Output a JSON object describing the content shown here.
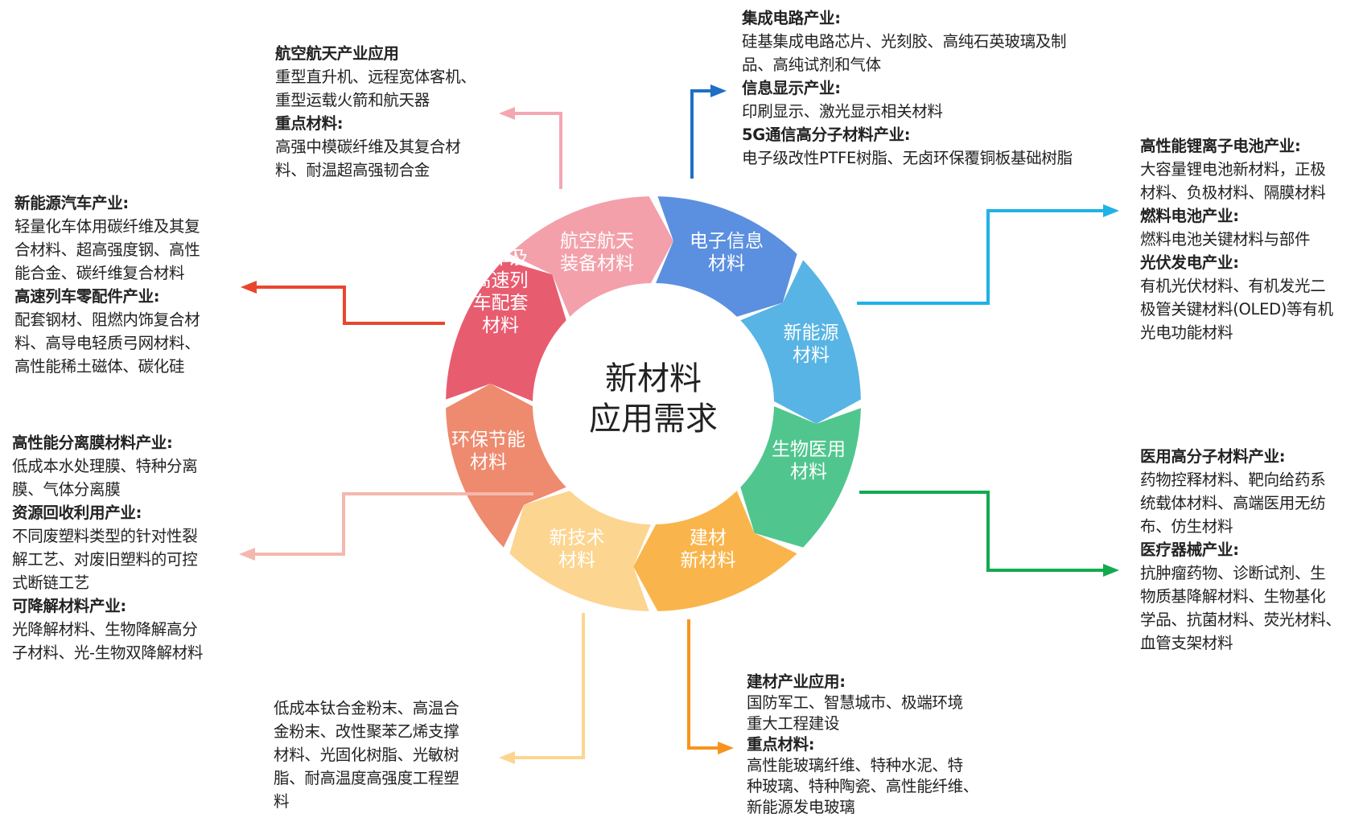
{
  "center": {
    "lines": [
      "新材料",
      "应用需求"
    ]
  },
  "colors": {
    "electronics": "#5b8fe0",
    "new_energy": "#58b4e4",
    "bio_medical": "#50c68e",
    "building": "#f9b54b",
    "new_tech": "#fcd590",
    "eco": "#ee8a6e",
    "auto": "#e85c6f",
    "aero": "#f3a0aa"
  },
  "segments": {
    "electronics": [
      "电子信息",
      "材料"
    ],
    "new_energy": [
      "新能源",
      "材料"
    ],
    "bio_medical": [
      "生物医用",
      "材料"
    ],
    "building": [
      "建材",
      "新材料"
    ],
    "new_tech": [
      "新技术",
      "材料"
    ],
    "eco": [
      "环保节能",
      "材料"
    ],
    "auto": [
      "汽车及",
      "高速列",
      "车配套",
      "材料"
    ],
    "aero": [
      "航空航天",
      "装备材料"
    ]
  },
  "boxes": {
    "electronics": [
      {
        "type": "h",
        "text": "集成电路产业:"
      },
      {
        "type": "t",
        "text": "硅基集成电路芯片、光刻胶、高纯石英玻璃及制"
      },
      {
        "type": "t",
        "text": "品、高纯试剂和气体"
      },
      {
        "type": "h",
        "text": "信息显示产业:"
      },
      {
        "type": "t",
        "text": "印刷显示、激光显示相关材料"
      },
      {
        "type": "h",
        "text": "5G通信高分子材料产业:"
      },
      {
        "type": "t",
        "text": "电子级改性PTFE树脂、无卤环保覆铜板基础树脂"
      }
    ],
    "new_energy": [
      {
        "type": "h",
        "text": "高性能锂离子电池产业:"
      },
      {
        "type": "t",
        "text": "大容量锂电池新材料，正极"
      },
      {
        "type": "t",
        "text": "材料、负极材料、隔膜材料"
      },
      {
        "type": "h",
        "text": "燃料电池产业:"
      },
      {
        "type": "t",
        "text": "燃料电池关键材料与部件"
      },
      {
        "type": "h",
        "text": "光伏发电产业:"
      },
      {
        "type": "t",
        "text": "有机光伏材料、有机发光二"
      },
      {
        "type": "t",
        "text": "极管关键材料(OLED)等有机"
      },
      {
        "type": "t",
        "text": "光电功能材料"
      }
    ],
    "bio_medical": [
      {
        "type": "h",
        "text": "医用高分子材料产业:"
      },
      {
        "type": "t",
        "text": "药物控释材料、靶向给药系"
      },
      {
        "type": "t",
        "text": "统载体材料、高端医用无纺"
      },
      {
        "type": "t",
        "text": "布、仿生材料"
      },
      {
        "type": "h",
        "text": "医疗器械产业:"
      },
      {
        "type": "t",
        "text": "抗肿瘤药物、诊断试剂、生"
      },
      {
        "type": "t",
        "text": "物质基降解材料、生物基化"
      },
      {
        "type": "t",
        "text": "学品、抗菌材料、荧光材料、"
      },
      {
        "type": "t",
        "text": "血管支架材料"
      }
    ],
    "building": [
      {
        "type": "h",
        "text": "建材产业应用:"
      },
      {
        "type": "t",
        "text": "国防军工、智慧城市、极端环境"
      },
      {
        "type": "t",
        "text": "重大工程建设"
      },
      {
        "type": "h",
        "text": "重点材料:"
      },
      {
        "type": "t",
        "text": "高性能玻璃纤维、特种水泥、特"
      },
      {
        "type": "t",
        "text": "种玻璃、特种陶瓷、高性能纤维、"
      },
      {
        "type": "t",
        "text": "新能源发电玻璃"
      }
    ],
    "new_tech": [
      {
        "type": "t",
        "text": "低成本钛合金粉末、高温合"
      },
      {
        "type": "t",
        "text": "金粉末、改性聚苯乙烯支撑"
      },
      {
        "type": "t",
        "text": "材料、光固化树脂、光敏树"
      },
      {
        "type": "t",
        "text": "脂、耐高温度高强度工程塑"
      },
      {
        "type": "t",
        "text": "料"
      }
    ],
    "eco": [
      {
        "type": "h",
        "text": "高性能分离膜材料产业:"
      },
      {
        "type": "t",
        "text": "低成本水处理膜、特种分离"
      },
      {
        "type": "t",
        "text": "膜、气体分离膜"
      },
      {
        "type": "h",
        "text": "资源回收利用产业:"
      },
      {
        "type": "t",
        "text": "不同废塑料类型的针对性裂"
      },
      {
        "type": "t",
        "text": "解工艺、对废旧塑料的可控"
      },
      {
        "type": "t",
        "text": "式断链工艺"
      },
      {
        "type": "h",
        "text": "可降解材料产业:"
      },
      {
        "type": "t",
        "text": "光降解材料、生物降解高分"
      },
      {
        "type": "t",
        "text": "子材料、光-生物双降解材料"
      }
    ],
    "auto": [
      {
        "type": "h",
        "text": "新能源汽车产业:"
      },
      {
        "type": "t",
        "text": "轻量化车体用碳纤维及其复"
      },
      {
        "type": "t",
        "text": "合材料、超高强度钢、高性"
      },
      {
        "type": "t",
        "text": "能合金、碳纤维复合材料"
      },
      {
        "type": "h",
        "text": "高速列车零配件产业:"
      },
      {
        "type": "t",
        "text": "配套钢材、阻燃内饰复合材"
      },
      {
        "type": "t",
        "text": "料、高导电轻质弓网材料、"
      },
      {
        "type": "t",
        "text": "高性能稀土磁体、碳化硅"
      }
    ],
    "aero": [
      {
        "type": "h",
        "text": "航空航天产业应用"
      },
      {
        "type": "t",
        "text": "重型直升机、远程宽体客机、"
      },
      {
        "type": "t",
        "text": "重型运载火箭和航天器"
      },
      {
        "type": "h",
        "text": "重点材料:"
      },
      {
        "type": "t",
        "text": "高强中模碳纤维及其复合材"
      },
      {
        "type": "t",
        "text": "料、耐温超高强韧合金"
      }
    ]
  }
}
